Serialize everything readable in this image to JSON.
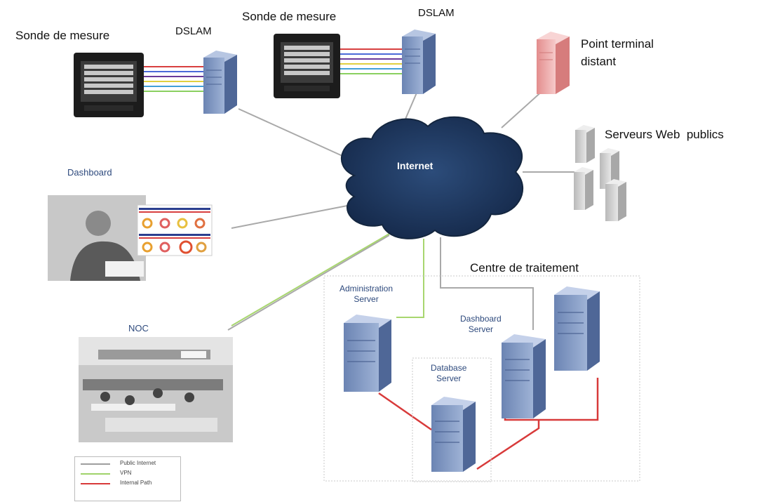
{
  "labels": {
    "probe_left": "Sonde de mesure",
    "dslam_left": "DSLAM",
    "probe_center": "Sonde de mesure",
    "dslam_center": "DSLAM",
    "remote_endpoint": "Point terminal distant",
    "remote_endpoint_line1": "Point terminal",
    "remote_endpoint_line2": "distant",
    "public_web_servers": "Serveurs Web  publics",
    "internet": "Internet",
    "dashboard": "Dashboard",
    "noc": "NOC",
    "processing_center": "Centre de traitement",
    "admin_server_line1": "Administration",
    "admin_server_line2": "Server",
    "dashboard_server_line1": "Dashboard",
    "dashboard_server_line2": "Server",
    "database_server_line1": "Database",
    "database_server_line2": "Server"
  },
  "legend": [
    {
      "label": "Public Internet",
      "color": "#9e9e9e"
    },
    {
      "label": "VPN",
      "color": "#9fd36a"
    },
    {
      "label": "Internal Path",
      "color": "#d83a3a"
    }
  ],
  "colors": {
    "cloud": "#1f3b63",
    "public_link": "#9e9e9e",
    "vpn_link": "#9fd36a",
    "internal_link": "#d83a3a",
    "server_blue": "#7f97c0",
    "server_pink": "#e9a0a0",
    "server_grey": "#cfcfcf"
  }
}
